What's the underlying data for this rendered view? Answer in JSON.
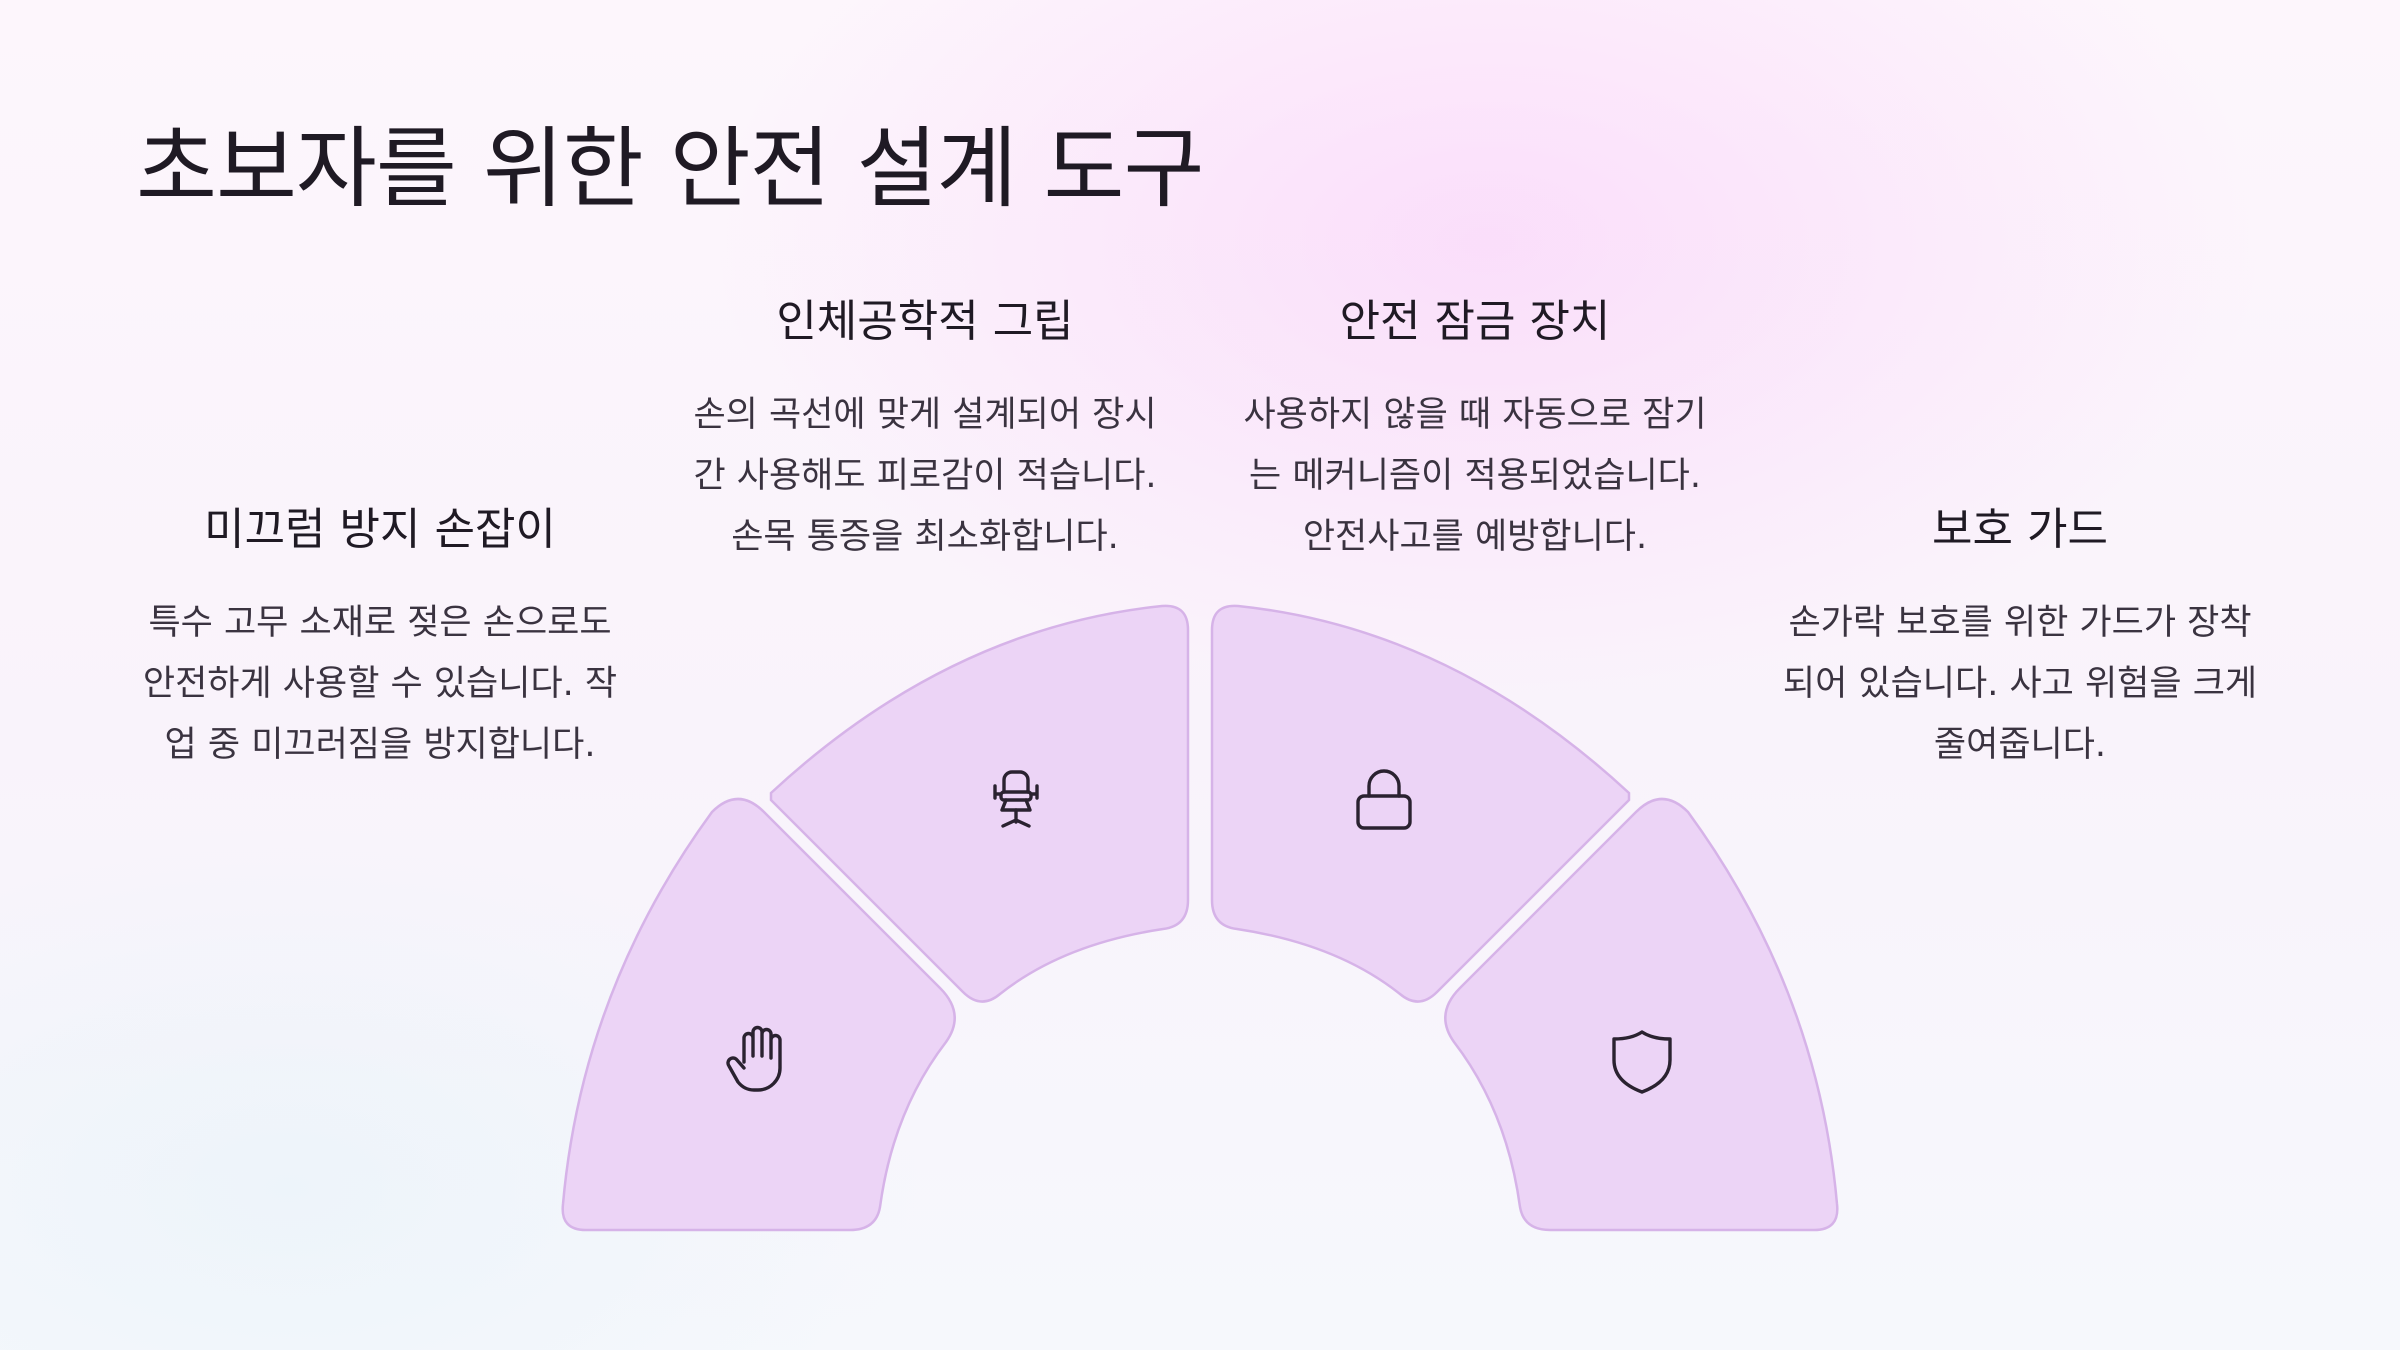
{
  "title": "초보자를 위한 안전 설계 도구",
  "accent_fill": "#ecd4f6",
  "accent_stroke": "#d6b3e8",
  "features": {
    "grip": {
      "title": "인체공학적 그립",
      "description": "손의 곡선에 맞게 설계되어 장시\n간 사용해도 피로감이 적습니다.\n손목 통증을 최소화합니다.",
      "icon": "office-chair-icon"
    },
    "lock": {
      "title": "안전 잠금 장치",
      "description": "사용하지 않을 때 자동으로 잠기\n는 메커니즘이 적용되었습니다.\n안전사고를 예방합니다.",
      "icon": "lock-icon"
    },
    "handle": {
      "title": "미끄럼 방지 손잡이",
      "description": "특수 고무 소재로 젖은 손으로도\n안전하게 사용할 수 있습니다. 작\n업 중 미끄러짐을 방지합니다.",
      "icon": "hand-icon"
    },
    "guard": {
      "title": "보호 가드",
      "description": "손가락 보호를 위한 가드가 장착\n되어 있습니다. 사고 위험을 크게\n줄여줍니다.",
      "icon": "shield-icon"
    }
  }
}
